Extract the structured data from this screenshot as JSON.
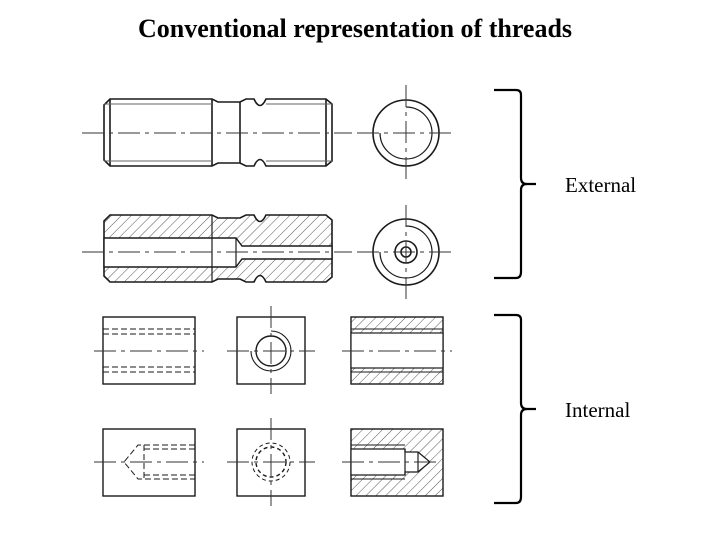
{
  "title": "Conventional representation of threads",
  "groups": {
    "external": "External",
    "internal": "Internal"
  },
  "colors": {
    "line": "#1a1a1a",
    "thin": "#666666",
    "background": "#ffffff"
  }
}
